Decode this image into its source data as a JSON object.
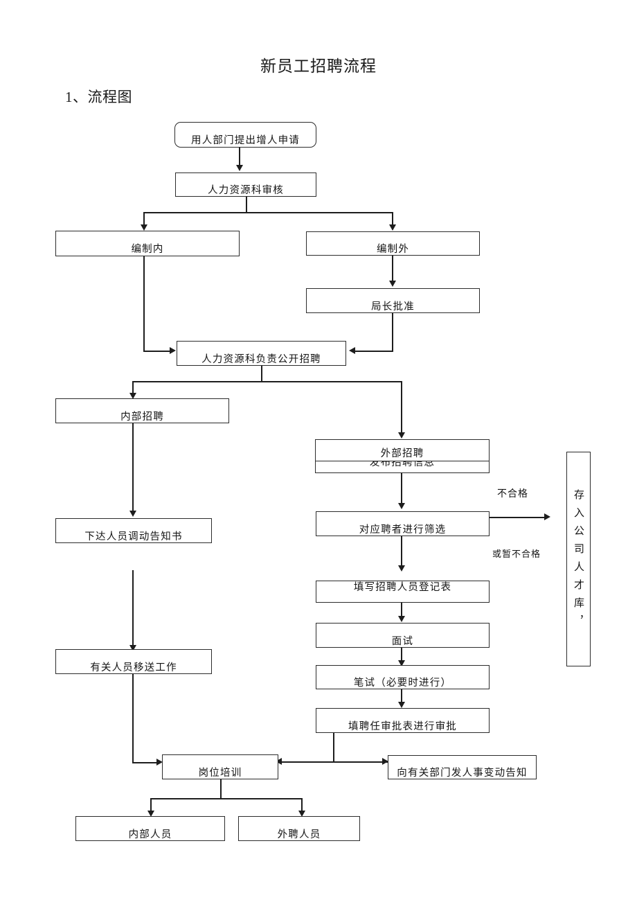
{
  "document": {
    "title": "新员工招聘流程",
    "section_heading": "1、流程图"
  },
  "chart_data": {
    "type": "diagram",
    "diagram_kind": "flowchart",
    "title": "新员工招聘流程",
    "nodes": [
      {
        "id": "n1",
        "label": "用人部门提出增人申请",
        "shape": "rounded-rect"
      },
      {
        "id": "n2",
        "label": "人力资源科审核",
        "shape": "rect"
      },
      {
        "id": "n3",
        "label": "编制内",
        "shape": "rect"
      },
      {
        "id": "n4",
        "label": "编制外",
        "shape": "rect"
      },
      {
        "id": "n5",
        "label": "局长批准",
        "shape": "rect"
      },
      {
        "id": "n6",
        "label": "人力资源科负责公开招聘",
        "shape": "rect"
      },
      {
        "id": "n7",
        "label": "内部招聘",
        "shape": "rect"
      },
      {
        "id": "n8",
        "label": "外部招聘",
        "shape": "rect"
      },
      {
        "id": "n9",
        "label": "发布招聘信息",
        "shape": "rect"
      },
      {
        "id": "n10",
        "label": "对应聘者进行筛选",
        "shape": "rect"
      },
      {
        "id": "n11",
        "label": "填写招聘人员登记表",
        "shape": "rect"
      },
      {
        "id": "n12",
        "label": "面试",
        "shape": "rect"
      },
      {
        "id": "n13",
        "label": "笔试（必要时进行）",
        "shape": "rect"
      },
      {
        "id": "n14",
        "label": "填聘任审批表进行审批",
        "shape": "rect"
      },
      {
        "id": "n15",
        "label": "下达人员调动告知书",
        "shape": "rect"
      },
      {
        "id": "n16",
        "label": "有关人员移送工作",
        "shape": "rect"
      },
      {
        "id": "n17",
        "label": "岗位培训",
        "shape": "rect"
      },
      {
        "id": "n18",
        "label": "向有关部门发人事变动告知",
        "shape": "rect"
      },
      {
        "id": "n19",
        "label": "内部人员",
        "shape": "rect"
      },
      {
        "id": "n20",
        "label": "外聘人员",
        "shape": "rect"
      },
      {
        "id": "n21",
        "label": "存入公司人才库，",
        "shape": "rect-vertical"
      }
    ],
    "edges": [
      {
        "from": "n1",
        "to": "n2",
        "label": ""
      },
      {
        "from": "n2",
        "to": "n3",
        "label": ""
      },
      {
        "from": "n2",
        "to": "n4",
        "label": ""
      },
      {
        "from": "n4",
        "to": "n5",
        "label": ""
      },
      {
        "from": "n3",
        "to": "n6",
        "label": ""
      },
      {
        "from": "n5",
        "to": "n6",
        "label": ""
      },
      {
        "from": "n6",
        "to": "n7",
        "label": ""
      },
      {
        "from": "n6",
        "to": "n8",
        "label": ""
      },
      {
        "from": "n9",
        "to": "n10",
        "label": ""
      },
      {
        "from": "n10",
        "to": "n21",
        "label": "不合格 / 或暂不合格"
      },
      {
        "from": "n10",
        "to": "n11",
        "label": ""
      },
      {
        "from": "n11",
        "to": "n12",
        "label": ""
      },
      {
        "from": "n12",
        "to": "n13",
        "label": ""
      },
      {
        "from": "n13",
        "to": "n14",
        "label": ""
      },
      {
        "from": "n14",
        "to": "n17",
        "label": ""
      },
      {
        "from": "n7",
        "to": "n15",
        "label": ""
      },
      {
        "from": "n15",
        "to": "n16",
        "label": ""
      },
      {
        "from": "n16",
        "to": "n17",
        "label": ""
      },
      {
        "from": "n17",
        "to": "n18",
        "label": ""
      },
      {
        "from": "n17",
        "to": "n19",
        "label": ""
      },
      {
        "from": "n17",
        "to": "n20",
        "label": ""
      }
    ],
    "edge_labels": [
      {
        "id": "l1",
        "text": "不合格"
      },
      {
        "id": "l2",
        "text": "或暂不合格"
      }
    ]
  }
}
